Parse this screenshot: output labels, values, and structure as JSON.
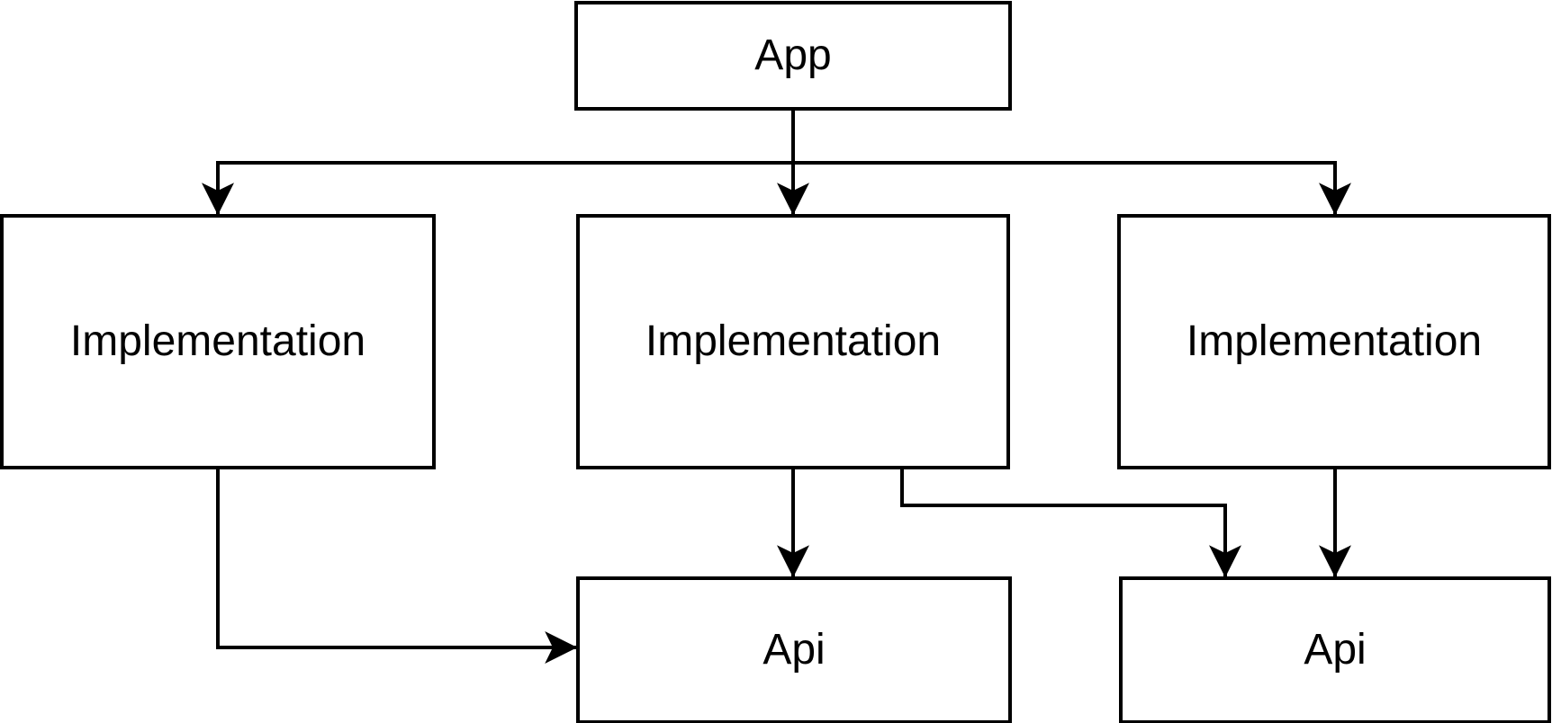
{
  "diagram": {
    "colors": {
      "stroke": "#000000",
      "node_fill": "#ffffff",
      "background": "#ffffff",
      "text": "#000000"
    },
    "nodes": [
      {
        "id": "app",
        "label": "App"
      },
      {
        "id": "implementation-left",
        "label": "Implementation"
      },
      {
        "id": "implementation-middle",
        "label": "Implementation"
      },
      {
        "id": "implementation-right",
        "label": "Implementation"
      },
      {
        "id": "api-left",
        "label": "Api"
      },
      {
        "id": "api-right",
        "label": "Api"
      }
    ],
    "edges": [
      {
        "from": "app",
        "to": "implementation-left"
      },
      {
        "from": "app",
        "to": "implementation-middle"
      },
      {
        "from": "app",
        "to": "implementation-right"
      },
      {
        "from": "implementation-left",
        "to": "api-left"
      },
      {
        "from": "implementation-middle",
        "to": "api-left"
      },
      {
        "from": "implementation-middle",
        "to": "api-right"
      },
      {
        "from": "implementation-right",
        "to": "api-right"
      }
    ]
  }
}
